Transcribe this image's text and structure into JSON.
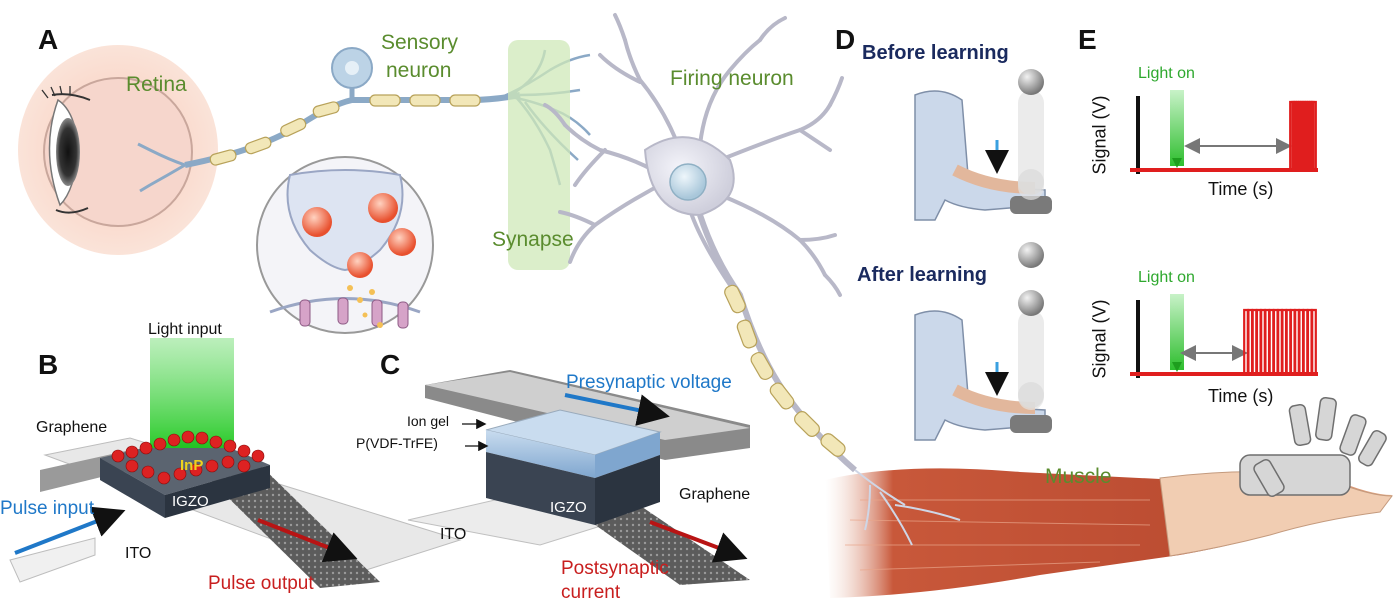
{
  "panels": {
    "a": "A",
    "b": "B",
    "c": "C",
    "d": "D",
    "e": "E"
  },
  "panel_a": {
    "retina": "Retina",
    "sensory_neuron": [
      "Sensory",
      "neuron"
    ],
    "firing_neuron": "Firing neuron",
    "synapse": "Synapse",
    "muscle": "Muscle"
  },
  "panel_b": {
    "light_input": "Light input",
    "graphene": "Graphene",
    "inp": "InP",
    "igzo": "IGZO",
    "pulse_input": "Pulse input",
    "ito": "ITO",
    "pulse_output": "Pulse output"
  },
  "panel_c": {
    "presynaptic_voltage": "Presynaptic voltage",
    "ion_gel": "Ion gel",
    "pvdf": "P(VDF-TrFE)",
    "igzo": "IGZO",
    "graphene": "Graphene",
    "ito": "ITO",
    "postsynaptic_current": [
      "Postsynaptic",
      "current"
    ]
  },
  "panel_d": {
    "before_learning": "Before learning",
    "after_learning": "After learning"
  },
  "panel_e": {
    "light_on_top": "Light on",
    "light_on_bottom": "Light on",
    "ylabel_top": "Signal (V)",
    "ylabel_bottom": "Signal (V)",
    "xlabel_top": "Time (s)",
    "xlabel_bottom": "Time (s)"
  },
  "colors": {
    "label_green": "#5a8c2e",
    "navy": "#1a2a5e",
    "signal_red": "#e01e1e",
    "arrow_blue": "#1f78c8",
    "arrow_red": "#b81414",
    "light_green": "#3cd43c",
    "device_dark": "#3a4452",
    "synapse_zone": "#cfe8b8"
  }
}
